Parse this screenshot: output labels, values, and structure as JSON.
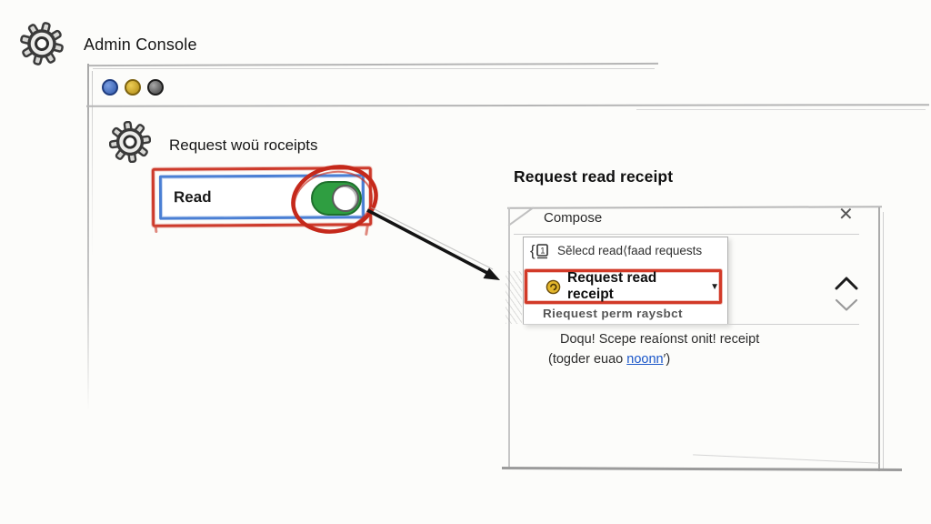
{
  "admin": {
    "title": "Admin Console"
  },
  "window": {
    "dots": [
      "blue",
      "gold",
      "dark"
    ],
    "section_title": "Request woü roceipts",
    "toggle": {
      "label": "Read",
      "state": "on"
    }
  },
  "compose": {
    "caption": "Request read receipt",
    "title": "Compose",
    "close_glyph": "✕",
    "menu_items": [
      {
        "icon": "insert-number-icon",
        "label": "Sĕlecd read⟨faad requests"
      },
      {
        "icon": "receipt-badge-icon",
        "label": "Request read receipt",
        "arrow": "▼",
        "highlighted": true
      },
      {
        "label": "Riequest perm raysbct",
        "disabled": true
      }
    ],
    "body": {
      "line1": "Doqu! Scepe reaíonst onit! receipt",
      "line2_prefix": "(togder euao ",
      "link": "noonn",
      "line2_suffix": "′)"
    }
  },
  "colors": {
    "annotation_red": "#cd3a2b",
    "annotation_blue": "#4a7fd4",
    "toggle_green": "#2f9e41",
    "link_blue": "#1a56c9",
    "dot_blue": "#3b6fd4",
    "dot_gold": "#d2a61f",
    "dot_dark": "#4a4a4a"
  }
}
